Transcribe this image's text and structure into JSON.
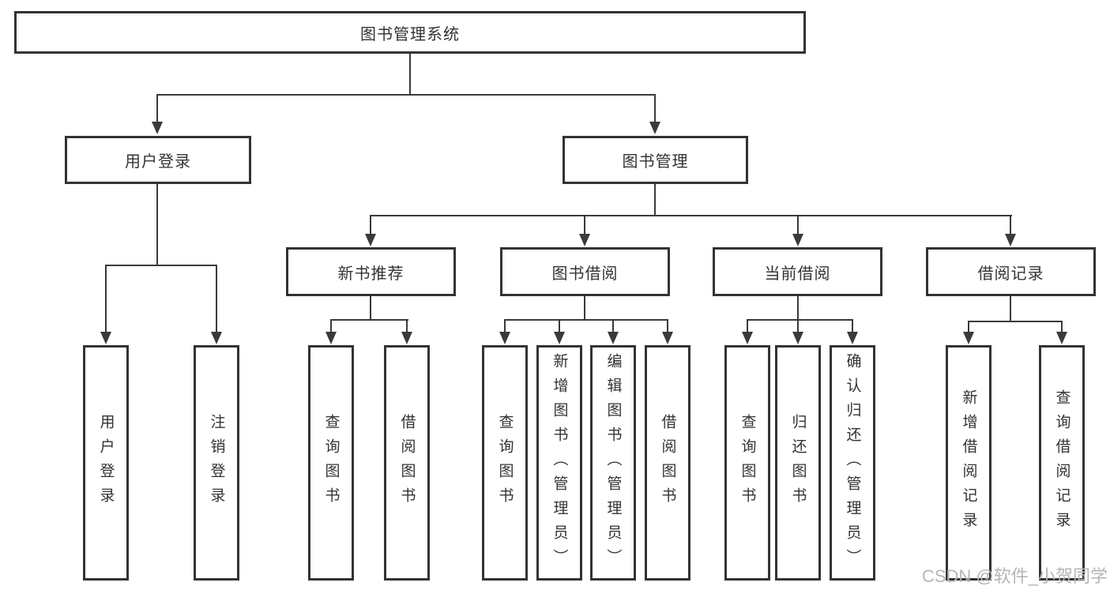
{
  "diagram": {
    "root": {
      "label": "图书管理系统"
    },
    "level2": [
      {
        "id": "user-login",
        "label": "用户登录"
      },
      {
        "id": "book-management",
        "label": "图书管理"
      }
    ],
    "level3": [
      {
        "id": "new-book-recommend",
        "label": "新书推荐",
        "parent": "图书管理"
      },
      {
        "id": "book-borrowing",
        "label": "图书借阅",
        "parent": "图书管理"
      },
      {
        "id": "current-borrowing",
        "label": "当前借阅",
        "parent": "图书管理"
      },
      {
        "id": "borrowing-records",
        "label": "借阅记录",
        "parent": "图书管理"
      }
    ],
    "leaves": [
      {
        "label": "用户登录",
        "parent": "用户登录"
      },
      {
        "label": "注销登录",
        "parent": "用户登录"
      },
      {
        "label": "查询图书",
        "parent": "新书推荐"
      },
      {
        "label": "借阅图书",
        "parent": "新书推荐"
      },
      {
        "label": "查询图书",
        "parent": "图书借阅"
      },
      {
        "label": "新增图书（管理员）",
        "parent": "图书借阅"
      },
      {
        "label": "编辑图书（管理员）",
        "parent": "图书借阅"
      },
      {
        "label": "借阅图书",
        "parent": "图书借阅"
      },
      {
        "label": "查询图书",
        "parent": "当前借阅"
      },
      {
        "label": "归还图书",
        "parent": "当前借阅"
      },
      {
        "label": "确认归还（管理员）",
        "parent": "当前借阅"
      },
      {
        "label": "新增借阅记录",
        "parent": "借阅记录"
      },
      {
        "label": "查询借阅记录",
        "parent": "借阅记录"
      }
    ],
    "watermark": "CSDN @软件_小贺同学",
    "colors": {
      "line": "#3a3a3a",
      "box_border": "#333333",
      "text": "#333333",
      "watermark": "#b5b5b5",
      "background": "#ffffff"
    }
  }
}
